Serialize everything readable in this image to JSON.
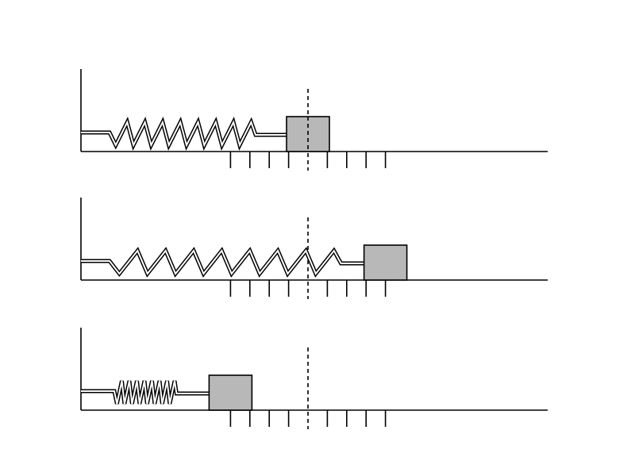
{
  "colors": {
    "line": "#000000",
    "block_fill": "#b8b8b8",
    "spring_back": "#555555",
    "background": "#ffffff"
  },
  "tick_count_each_side": 4,
  "panels": [
    {
      "block_offset_ticks": 0,
      "coils": 8
    },
    {
      "block_offset_ticks": 4,
      "coils": 8
    },
    {
      "block_offset_ticks": -4,
      "coils": 8
    }
  ]
}
